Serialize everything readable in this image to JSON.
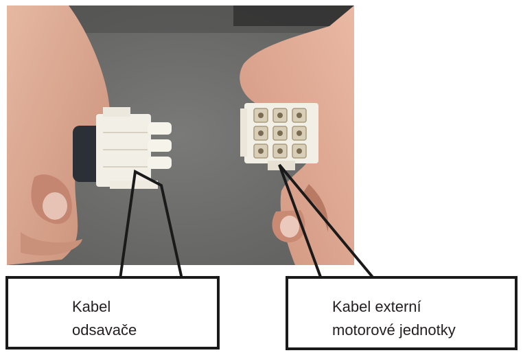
{
  "callouts": {
    "left": {
      "line1": "Kabel",
      "line2": "odsavače"
    },
    "right": {
      "line1": "Kabel externí",
      "line2": "motorové jednotky"
    }
  },
  "colors": {
    "background": "#ffffff",
    "callout_border": "#1a1a1a",
    "text": "#231f20",
    "surface": "#6e6e6c",
    "skin": "#d9a48c",
    "connector_white": "#f2efe6",
    "connector_dark": "#2b2f36"
  }
}
